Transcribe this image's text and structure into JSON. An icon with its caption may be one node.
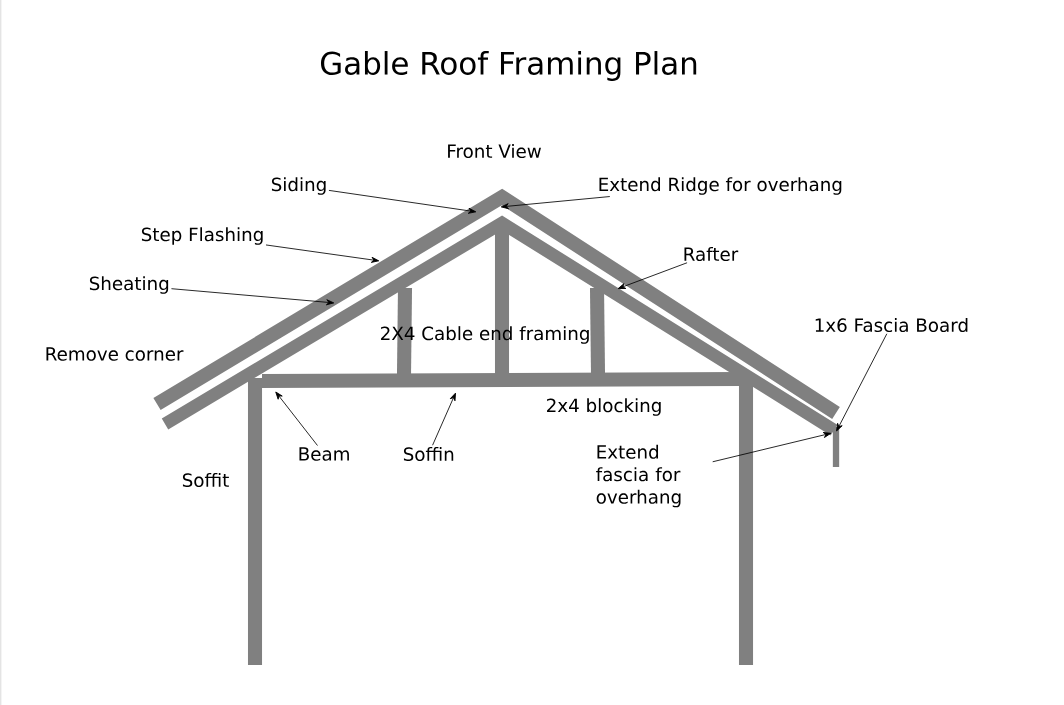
{
  "diagram": {
    "title": "Gable Roof Framing Plan",
    "nodes": [
      {
        "text": [
          "Siding"
        ]
      },
      {
        "text": [
          "Extend Ridge for overhang"
        ]
      },
      {
        "text": [
          "Step Flashing"
        ]
      },
      {
        "text": [
          "Rafter"
        ]
      },
      {
        "text": [
          "Sheating"
        ]
      },
      {
        "text": [
          "1x6 Fascia Board"
        ]
      },
      {
        "text": [
          "Extend fascia for overhang"
        ]
      },
      {
        "text": [
          "Beam"
        ]
      },
      {
        "text": [
          "Soffin"
        ]
      }
    ],
    "edges": [
      {
        "from": 0,
        "to": null,
        "arrow": "to"
      },
      {
        "from": 1,
        "to": null,
        "arrow": "to"
      },
      {
        "from": 2,
        "to": null,
        "arrow": "to"
      },
      {
        "from": 3,
        "to": null,
        "arrow": "to"
      },
      {
        "from": 4,
        "to": null,
        "arrow": "to"
      },
      {
        "from": 5,
        "to": null,
        "arrow": "to"
      },
      {
        "from": 6,
        "to": null,
        "arrow": "to"
      },
      {
        "from": 7,
        "to": null,
        "arrow": "to"
      },
      {
        "from": 8,
        "to": null,
        "arrow": "to"
      }
    ],
    "labels": [
      "Front View",
      "2X4 Cable end framing",
      "Remove corner",
      "2x4 blocking",
      "Soffit"
    ]
  }
}
